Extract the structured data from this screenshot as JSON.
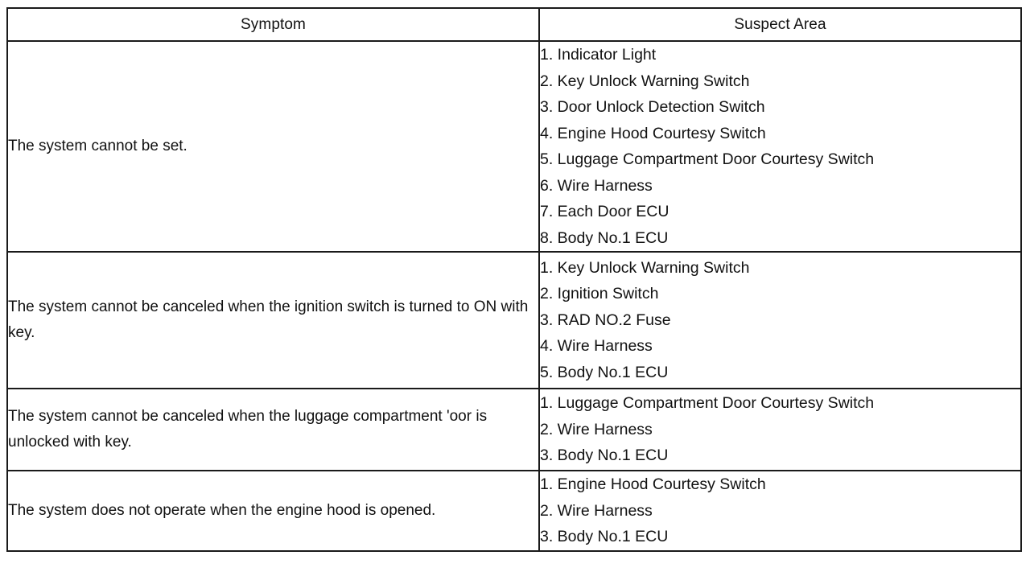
{
  "table": {
    "headers": {
      "symptom": "Symptom",
      "suspect": "Suspect Area"
    },
    "rows": [
      {
        "symptom": "The system cannot be set.",
        "suspects": [
          "1. Indicator Light",
          "2. Key Unlock Warning Switch",
          "3. Door Unlock Detection Switch",
          "4. Engine Hood Courtesy Switch",
          "5. Luggage Compartment Door Courtesy Switch",
          "6. Wire Harness",
          "7. Each Door ECU",
          "8. Body No.1 ECU"
        ]
      },
      {
        "symptom": "The system cannot be canceled when the ignition switch is turned to ON with key.",
        "suspects": [
          "1. Key Unlock Warning Switch",
          "2. Ignition Switch",
          "3. RAD NO.2 Fuse",
          "4. Wire Harness",
          "5. Body No.1 ECU"
        ]
      },
      {
        "symptom": "The system cannot be canceled when the luggage compartment 'oor is unlocked with key.",
        "suspects": [
          "1. Luggage Compartment Door Courtesy Switch",
          "2. Wire Harness",
          "3. Body No.1 ECU"
        ]
      },
      {
        "symptom": "The system does not operate when the engine hood is opened.",
        "suspects": [
          "1. Engine Hood Courtesy Switch",
          "2. Wire Harness",
          "3. Body No.1 ECU"
        ]
      }
    ]
  }
}
